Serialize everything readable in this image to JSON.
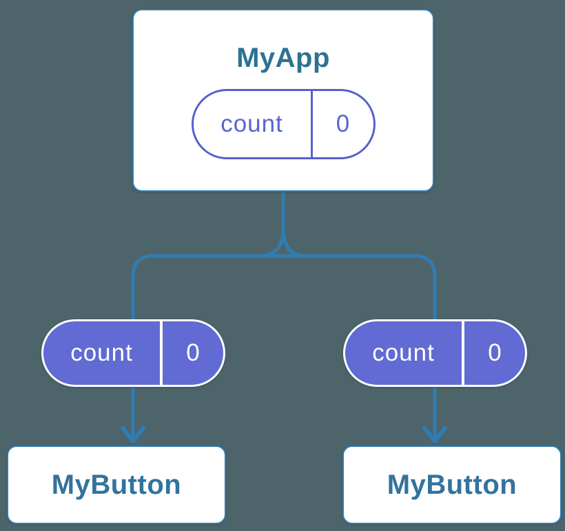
{
  "palette": {
    "background": "#4E646B",
    "connector_blue": "#2F7DB2",
    "node_fill": "#FFFFFF",
    "root_title_color": "#2D7291",
    "leaf_title_color": "#33739D",
    "state_outline_indigo": "#5560CE",
    "state_filled_indigo": "#616BD3",
    "state_text_on_fill": "#FFFFFF"
  },
  "nodes": {
    "root": {
      "title": "MyApp",
      "state": {
        "label": "count",
        "value": "0"
      }
    },
    "children": [
      {
        "title": "MyButton",
        "state": {
          "label": "count",
          "value": "0"
        }
      },
      {
        "title": "MyButton",
        "state": {
          "label": "count",
          "value": "0"
        }
      }
    ]
  }
}
